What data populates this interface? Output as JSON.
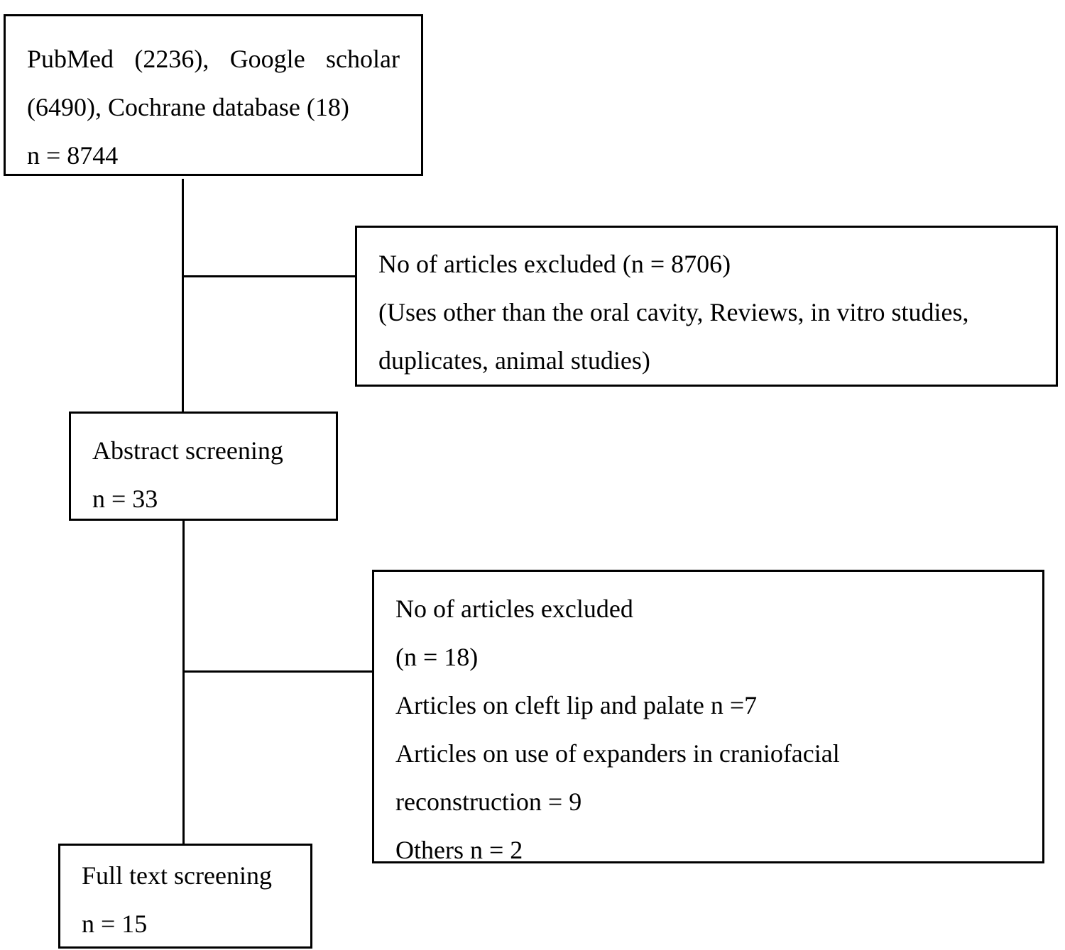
{
  "boxes": {
    "sources": {
      "line1_words": [
        "PubMed",
        "(2236),",
        "Google",
        "scholar"
      ],
      "line2": "(6490), Cochrane database (18)",
      "line3": "n = 8744"
    },
    "excluded_1": {
      "line1": "No of articles excluded (n = 8706)",
      "line2": "(Uses other than the oral cavity, Reviews, in vitro studies,",
      "line3": "duplicates, animal studies)"
    },
    "abstract": {
      "line1": "Abstract screening",
      "line2": "n = 33"
    },
    "excluded_2": {
      "line1": "No of articles excluded",
      "line2": "(n = 18)",
      "line3": "Articles on cleft lip and palate n =7",
      "line4": "Articles on use of expanders in craniofacial",
      "line5": "reconstruction = 9",
      "line6": "Others n = 2"
    },
    "fulltext": {
      "line1": "Full text screening",
      "line2": "n = 15"
    }
  }
}
